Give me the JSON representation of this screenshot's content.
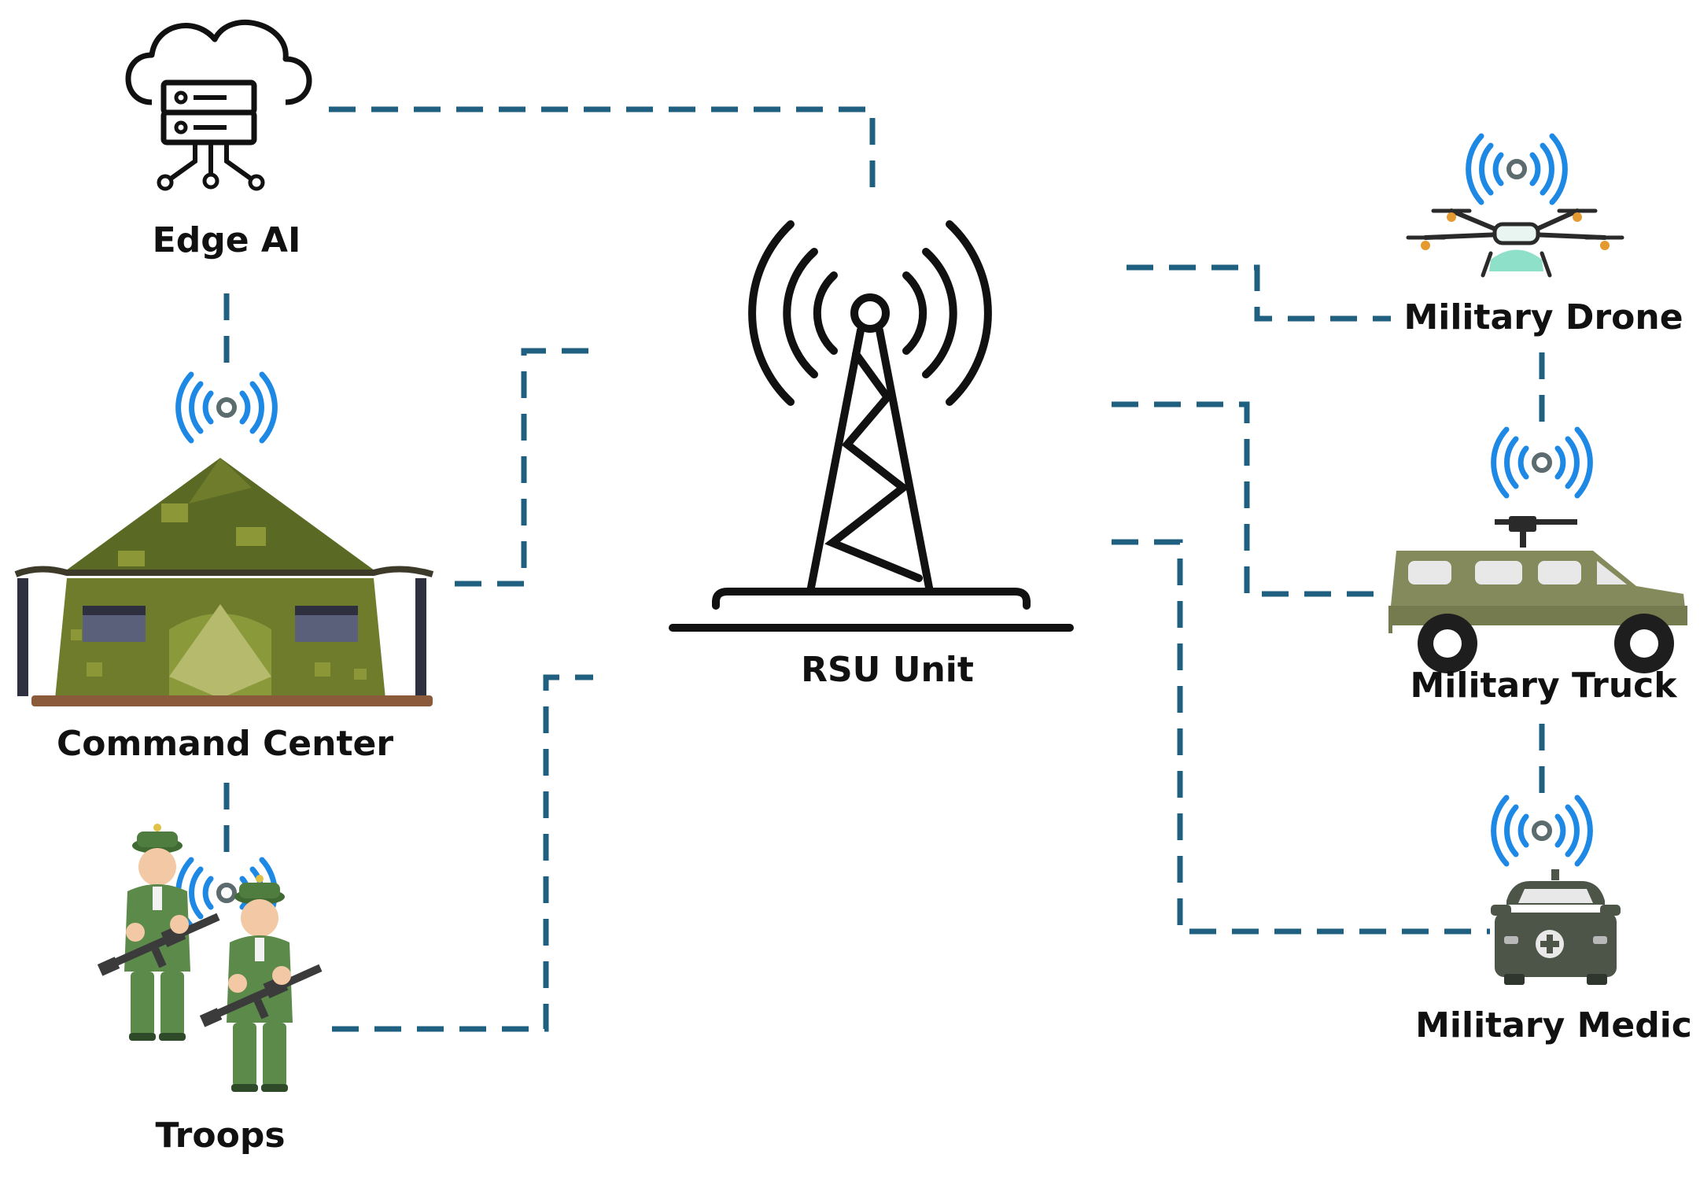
{
  "nodes": {
    "edge_ai": {
      "label": "Edge AI",
      "icon": "cloud-server-icon"
    },
    "command_center": {
      "label": "Command Center",
      "icon": "army-tent-icon"
    },
    "troops": {
      "label": "Troops",
      "icon": "soldiers-icon"
    },
    "rsu_unit": {
      "label": "RSU Unit",
      "icon": "cell-tower-icon"
    },
    "military_drone": {
      "label": "Military Drone",
      "icon": "drone-icon"
    },
    "military_truck": {
      "label": "Military Truck",
      "icon": "armored-truck-icon"
    },
    "military_medic": {
      "label": "Military Medic",
      "icon": "medic-vehicle-icon"
    }
  },
  "colors": {
    "link": "#1f5f7f",
    "wireless": "#1e88e5",
    "camo_dark": "#4f5a1e",
    "camo_mid": "#7e8a32",
    "camo_light": "#b6ba6c",
    "vehicle_olive": "#848a5b",
    "medic_gray": "#4c5548",
    "drone_mint": "#8fe0c8"
  }
}
